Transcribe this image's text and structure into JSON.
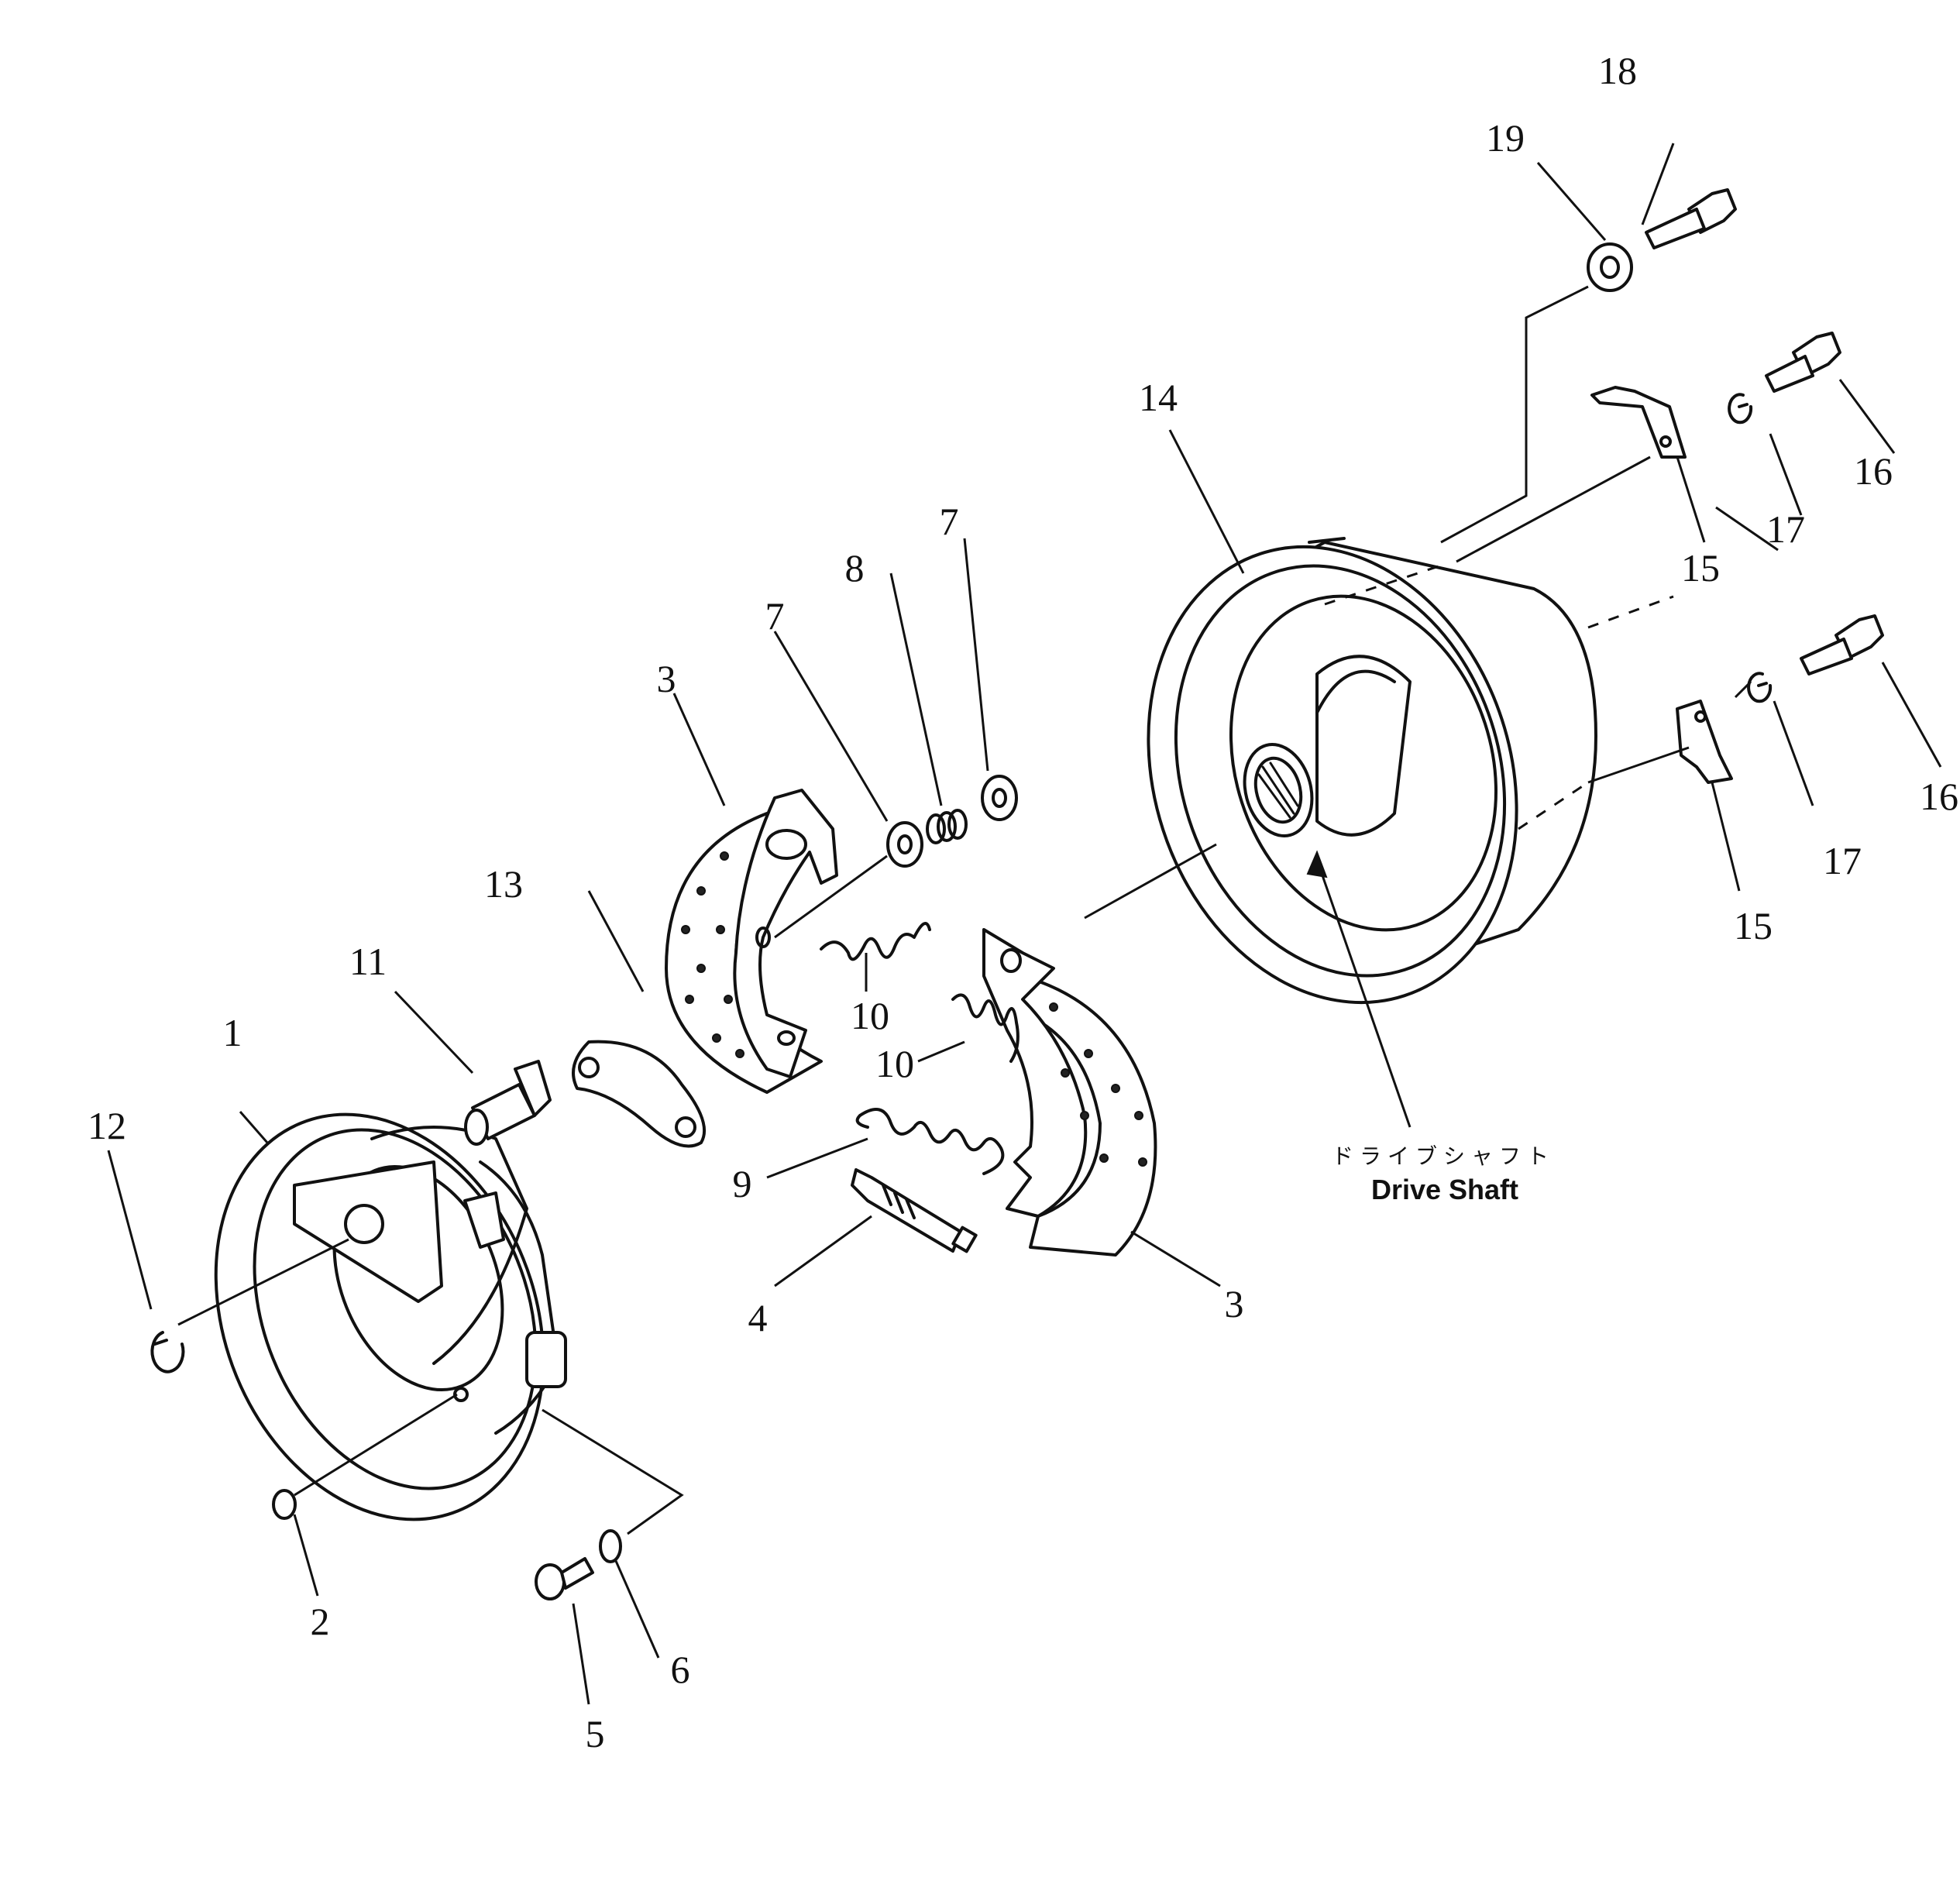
{
  "callouts": {
    "n1": "1",
    "n2": "2",
    "n3a": "3",
    "n3b": "3",
    "n4": "4",
    "n5": "5",
    "n6": "6",
    "n7a": "7",
    "n7b": "7",
    "n8": "8",
    "n9": "9",
    "n10a": "10",
    "n10b": "10",
    "n11": "11",
    "n12": "12",
    "n13": "13",
    "n14": "14",
    "n15a": "15",
    "n15b": "15",
    "n16a": "16",
    "n16b": "16",
    "n17a": "17",
    "n17b": "17",
    "n18": "18",
    "n19": "19"
  },
  "caption": {
    "japanese": "ドライブシャフト",
    "english": "Drive Shaft"
  }
}
